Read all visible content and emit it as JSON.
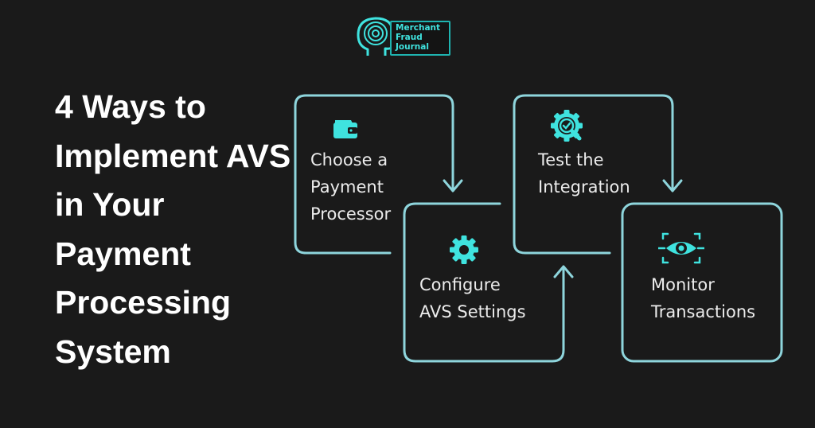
{
  "logo": {
    "text": "Merchant\nFraud\nJournal"
  },
  "title": "4 Ways to Implement AVS in Your Payment Processing System",
  "colors": {
    "accent": "#3fe3df",
    "stroke": "#8ed5dc",
    "background": "#1a1a1a"
  },
  "steps": [
    {
      "label": "Choose a\nPayment\nProcessor",
      "icon": "wallet-icon"
    },
    {
      "label": "Configure\nAVS Settings",
      "icon": "gear-icon"
    },
    {
      "label": "Test the\nIntegration",
      "icon": "gear-magnifier-icon"
    },
    {
      "label": "Monitor\nTransactions",
      "icon": "eye-icon"
    }
  ]
}
